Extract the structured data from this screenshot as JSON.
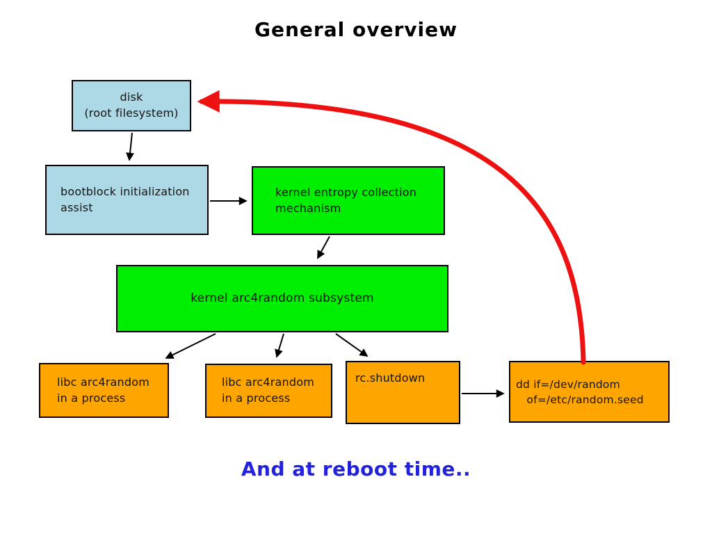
{
  "page": {
    "title": "General overview",
    "footer": "And at reboot time.."
  },
  "colors": {
    "background": "#ffffff",
    "box_blue": "#add8e6",
    "box_green": "#00ee00",
    "box_orange": "#ffa500",
    "box_border": "#000000",
    "arrow_black": "#000000",
    "arrow_red": "#ee1111",
    "title_text": "#000000",
    "footer_text": "#2222dd"
  },
  "boxes": {
    "disk": {
      "label": "disk\n(root filesystem)"
    },
    "bootblock": {
      "label": "bootblock initialization\nassist"
    },
    "entropy": {
      "label": "kernel entropy collection\nmechanism"
    },
    "arc4random": {
      "label": "kernel arc4random subsystem"
    },
    "libc_process_1": {
      "label": "libc arc4random\nin a process"
    },
    "libc_process_2": {
      "label": "libc arc4random\nin a process"
    },
    "rc_shutdown": {
      "label": "rc.shutdown"
    },
    "dd_seed": {
      "label": "dd if=/dev/random\n   of=/etc/random.seed"
    }
  }
}
